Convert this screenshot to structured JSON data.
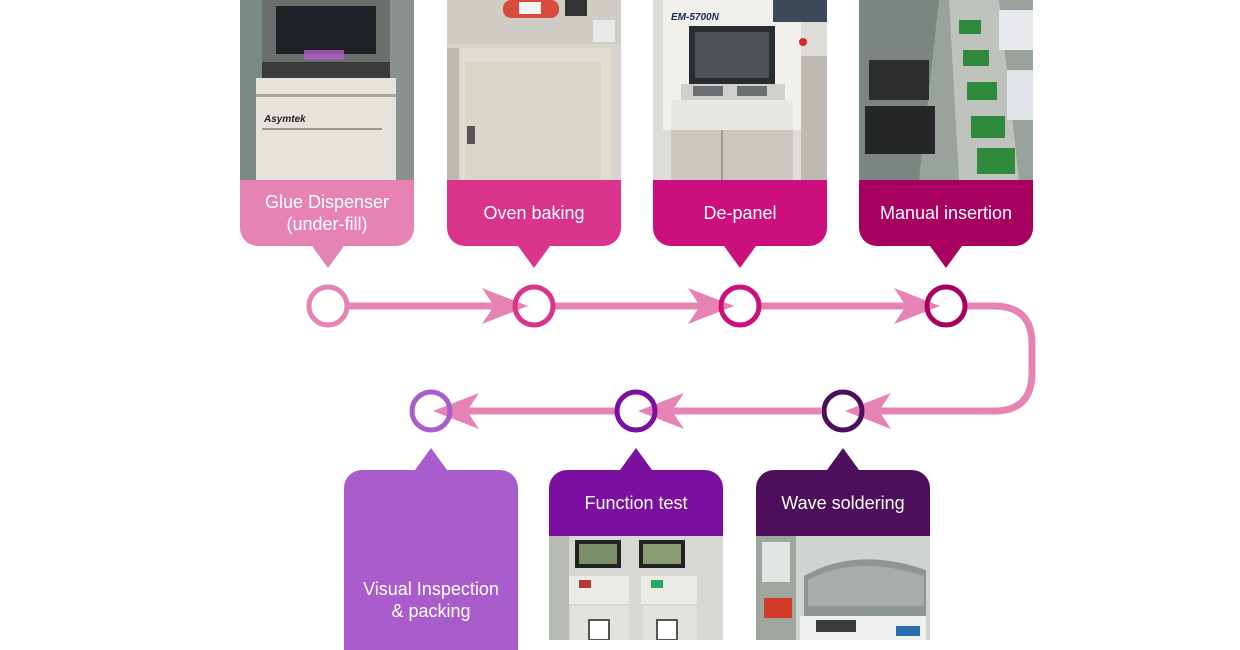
{
  "steps": [
    {
      "label": "Glue Dispenser (under-fill)",
      "color": "#e683b4",
      "photo": "glue-dispenser-machine-photo"
    },
    {
      "label": "Oven baking",
      "color": "#d9338c",
      "photo": "oven-machine-photo"
    },
    {
      "label": "De-panel",
      "color": "#cc0f7d",
      "photo": "depanel-machine-photo"
    },
    {
      "label": "Manual insertion",
      "color": "#a8005e",
      "photo": "manual-insertion-line-photo"
    },
    {
      "label": "Wave soldering",
      "color": "#4d0f5c",
      "photo": "wave-soldering-machine-photo"
    },
    {
      "label": "Function test",
      "color": "#7a0fa0",
      "photo": "function-test-station-photo"
    },
    {
      "label": "Visual Inspection & packing",
      "color": "#a95ccc",
      "photo": ""
    }
  ],
  "machine_text": {
    "asymtek": "Asymtek",
    "em5700": "EM-5700N"
  },
  "colors": {
    "arrow": "#e683b4",
    "background": "#ffffff"
  }
}
